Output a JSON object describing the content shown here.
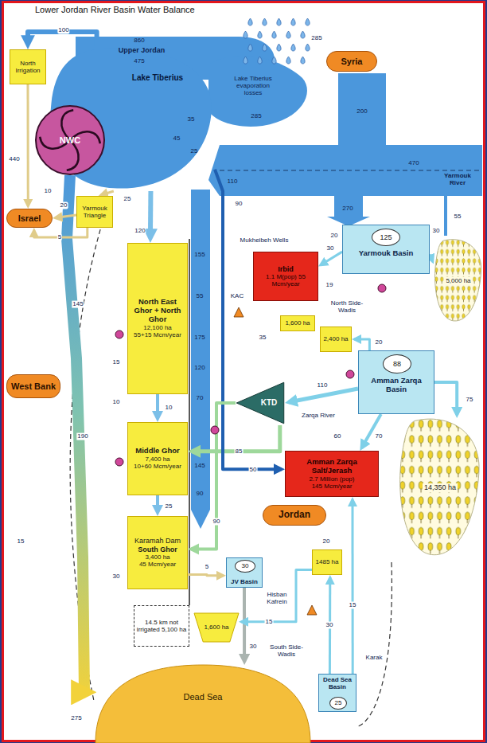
{
  "diagram": {
    "title": "Lower Jordan River Basin Water Balance",
    "nodes": [
      {
        "text": [
          "North Irrigation"
        ]
      },
      {
        "text": [
          "Syria"
        ]
      },
      {
        "text": [
          "Lake Tiberius"
        ]
      },
      {
        "text": [
          "NWC"
        ],
        "in": 2
      },
      {
        "text": [
          "Yarmouk Triangle"
        ]
      },
      {
        "text": [
          "Israel"
        ]
      },
      {
        "text": [
          "Yarmouk Basin"
        ]
      },
      {
        "text": [
          "125"
        ],
        "in": 6
      },
      {
        "text": [
          "5,000 ha"
        ]
      },
      {
        "text": [
          "Irbid",
          "1.1 M(pop) 55 Mcm/year"
        ]
      },
      {
        "text": [
          "North East Ghor + North Ghor",
          "12,100 ha",
          "55+15 Mcm/year"
        ]
      },
      {
        "text": [
          "1,600 ha"
        ]
      },
      {
        "text": [
          "2,400 ha"
        ]
      },
      {
        "text": [
          "Amman Zarqa Basin"
        ]
      },
      {
        "text": [
          "88"
        ],
        "in": 13
      },
      {
        "text": [
          "14,350 ha"
        ]
      },
      {
        "text": [
          "KTD"
        ]
      },
      {
        "text": [
          "West Bank"
        ]
      },
      {
        "text": [
          "Middle Ghor",
          "7,400 ha",
          "10+60 Mcm/year"
        ]
      },
      {
        "text": [
          "Amman Zarqa Salt/Jerash",
          "2.7 Million (pop)",
          "145 Mcm/year"
        ]
      },
      {
        "text": [
          "Karamah Dam",
          "South Ghor",
          "3,400 ha",
          "45 Mcm/year"
        ]
      },
      {
        "text": [
          "Jordan"
        ]
      },
      {
        "text": [
          "JV Basin"
        ]
      },
      {
        "text": [
          "30"
        ],
        "in": 22
      },
      {
        "text": [
          "1485 ha"
        ]
      },
      {
        "text": [
          "14.5 km not irrigated 5,100 ha"
        ]
      },
      {
        "text": [
          "1,600 ha"
        ]
      },
      {
        "text": [
          "Dead Sea"
        ]
      },
      {
        "text": [
          "Dead Sea Basin"
        ]
      },
      {
        "text": [
          "25"
        ],
        "in": 28
      }
    ],
    "edges": [
      {
        "from": 2,
        "to": 0,
        "label": "100",
        "arrow": "to"
      },
      {
        "from": 0,
        "to": 5,
        "arrow": "to"
      },
      {
        "from": 3,
        "to": 27,
        "label": "275",
        "arrow": "to"
      },
      {
        "from": 2,
        "to": 4,
        "label": "25",
        "arrow": "to"
      },
      {
        "from": 4,
        "to": 5,
        "label": "20",
        "arrow": "to"
      },
      {
        "from": 4,
        "to": 5,
        "label": "5",
        "arrow": "to"
      },
      {
        "from": 2,
        "to": 10,
        "label": "120",
        "arrow": "to"
      },
      {
        "from": 6,
        "to": 9,
        "label": "30",
        "arrow": "to"
      },
      {
        "from": 6,
        "to": 8,
        "label": "30",
        "arrow": "to"
      },
      {
        "from": 13,
        "to": 12,
        "label": "20",
        "arrow": "to"
      },
      {
        "from": 13,
        "to": 16,
        "label": "110",
        "arrow": "to"
      },
      {
        "from": 16,
        "to": 18,
        "label": "85",
        "arrow": "to"
      },
      {
        "from": 13,
        "to": 19,
        "label": "70",
        "arrow": "to"
      },
      {
        "from": 13,
        "to": 15,
        "label": "75",
        "arrow": "to"
      },
      {
        "from": 2,
        "to": 19,
        "label": "50",
        "arrow": "to"
      },
      {
        "from": 10,
        "to": 18,
        "label": "10",
        "arrow": "to"
      },
      {
        "from": 18,
        "to": 20,
        "label": "25",
        "arrow": "to"
      },
      {
        "from": 16,
        "to": 20,
        "label": "90",
        "arrow": "to"
      },
      {
        "from": 22,
        "to": 27,
        "label": "30",
        "arrow": "to"
      },
      {
        "from": 28,
        "to": 24,
        "label": "30",
        "arrow": "to"
      },
      {
        "from": 28,
        "to": 19,
        "label": "15",
        "arrow": "to"
      },
      {
        "from": 24,
        "to": 26,
        "label": "15",
        "arrow": "to"
      },
      {
        "from": 20,
        "to": 22,
        "label": "5",
        "arrow": "to"
      }
    ],
    "labels": [
      "860",
      "Upper Jordan",
      "475",
      "285",
      "Lake Tiberius evaporation losses",
      "285",
      "200",
      "470",
      "Yarmouk River",
      "270",
      "55",
      "440",
      "35",
      "45",
      "25",
      "110",
      "10",
      "90",
      "Mukheibeh Wells",
      "20",
      "19",
      "155",
      "55",
      "175",
      "KAC",
      "35",
      "North Side-Wadis",
      "120",
      "70",
      "Zarqa River",
      "60",
      "145",
      "90",
      "145",
      "190",
      "15",
      "15",
      "10",
      "30",
      "Hisban Kafrein",
      "20",
      "South Side-Wadis",
      "Karak"
    ]
  }
}
